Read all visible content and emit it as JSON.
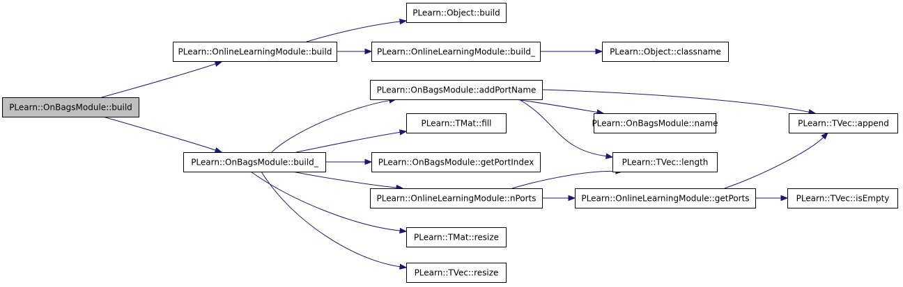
{
  "graph": {
    "nodes": [
      {
        "id": "n0",
        "label": "PLearn::OnBagsModule::build",
        "root": true
      },
      {
        "id": "n1",
        "label": "PLearn::OnlineLearningModule::build"
      },
      {
        "id": "n2",
        "label": "PLearn::OnBagsModule::build_"
      },
      {
        "id": "n3",
        "label": "PLearn::Object::build"
      },
      {
        "id": "n4",
        "label": "PLearn::OnlineLearningModule::build_"
      },
      {
        "id": "n5",
        "label": "PLearn::Object::classname"
      },
      {
        "id": "n6",
        "label": "PLearn::OnBagsModule::addPortName"
      },
      {
        "id": "n7",
        "label": "PLearn::TMat::fill"
      },
      {
        "id": "n8",
        "label": "PLearn::OnBagsModule::getPortIndex"
      },
      {
        "id": "n9",
        "label": "PLearn::OnlineLearningModule::nPorts"
      },
      {
        "id": "n10",
        "label": "PLearn::TMat::resize"
      },
      {
        "id": "n11",
        "label": "PLearn::TVec::resize"
      },
      {
        "id": "n12",
        "label": "PLearn::OnBagsModule::name"
      },
      {
        "id": "n13",
        "label": "PLearn::TVec::length"
      },
      {
        "id": "n14",
        "label": "PLearn::TVec::append"
      },
      {
        "id": "n15",
        "label": "PLearn::OnlineLearningModule::getPorts"
      },
      {
        "id": "n16",
        "label": "PLearn::TVec::isEmpty"
      }
    ],
    "edges": [
      [
        "n0",
        "n1"
      ],
      [
        "n0",
        "n2"
      ],
      [
        "n1",
        "n3"
      ],
      [
        "n1",
        "n4"
      ],
      [
        "n4",
        "n5"
      ],
      [
        "n2",
        "n6"
      ],
      [
        "n2",
        "n7"
      ],
      [
        "n2",
        "n8"
      ],
      [
        "n2",
        "n9"
      ],
      [
        "n2",
        "n10"
      ],
      [
        "n2",
        "n11"
      ],
      [
        "n6",
        "n12"
      ],
      [
        "n6",
        "n13"
      ],
      [
        "n6",
        "n14"
      ],
      [
        "n9",
        "n13"
      ],
      [
        "n9",
        "n15"
      ],
      [
        "n15",
        "n14"
      ],
      [
        "n15",
        "n16"
      ]
    ]
  }
}
